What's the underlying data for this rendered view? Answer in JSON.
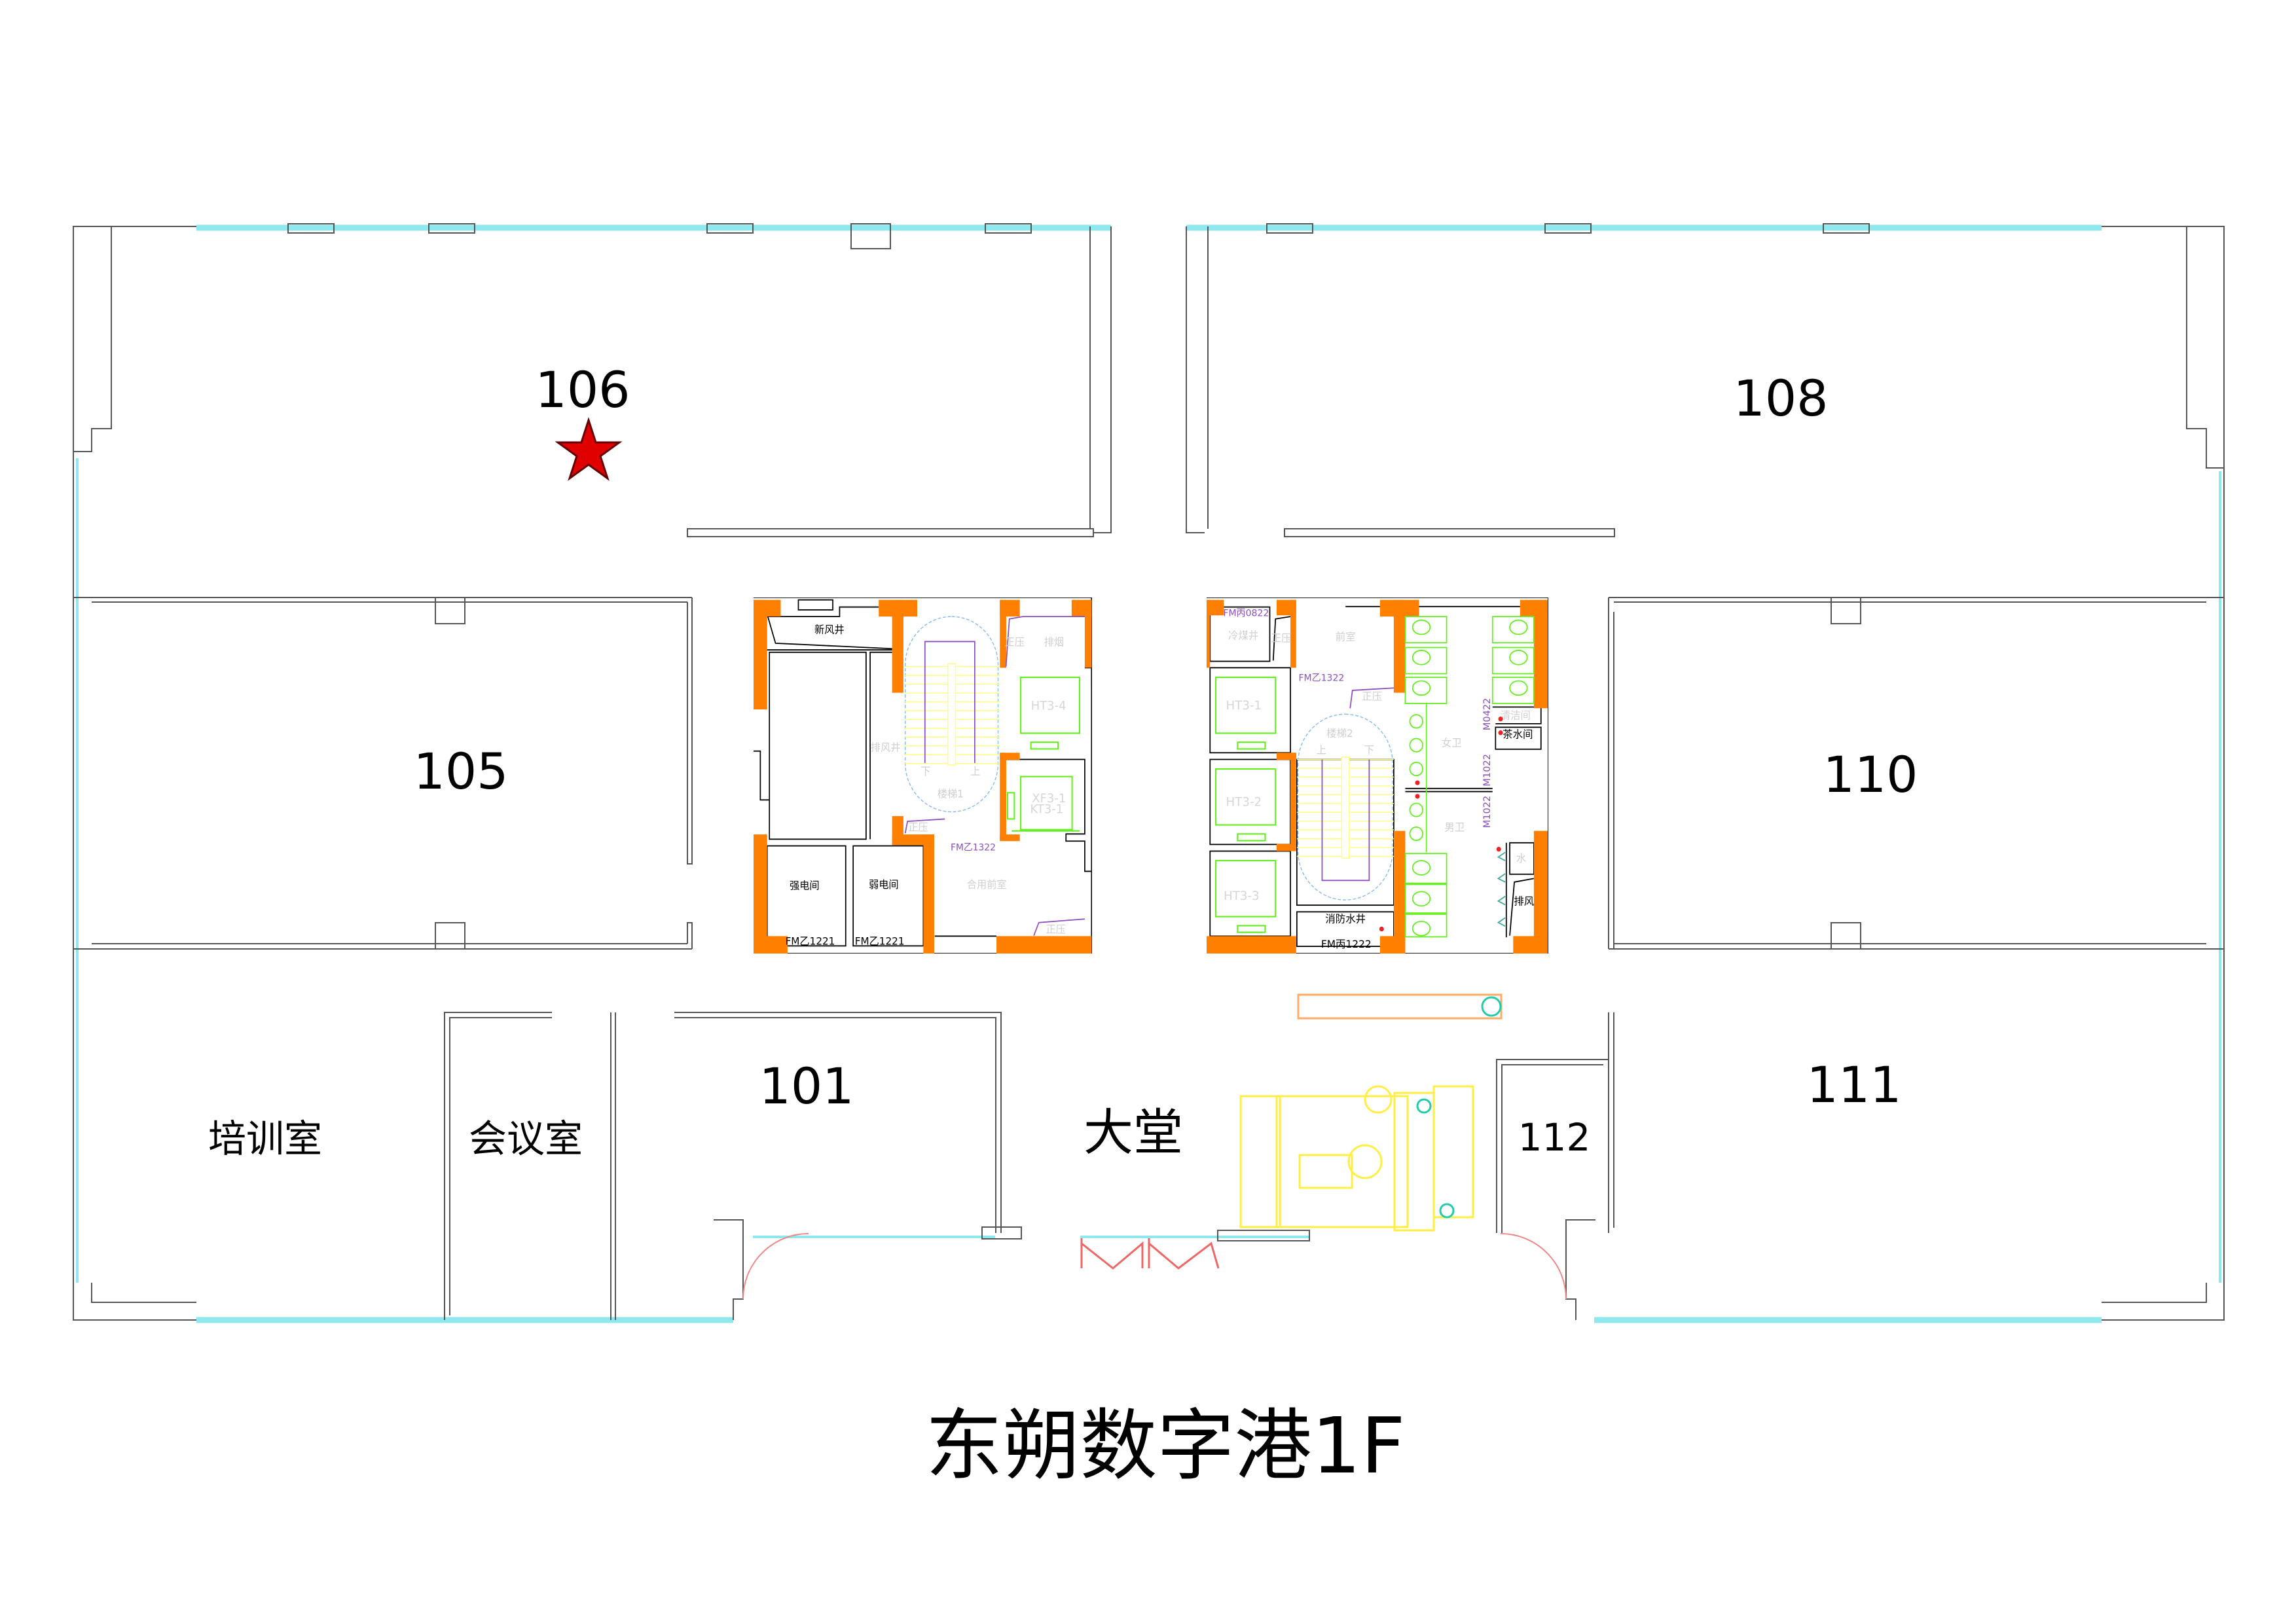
{
  "title": "东朔数字港1F",
  "rooms": {
    "r106": "106",
    "r108": "108",
    "r105": "105",
    "r110": "110",
    "r101": "101",
    "r111": "111",
    "r112": "112",
    "training": "培训室",
    "meeting": "会议室",
    "lobby": "大堂"
  },
  "marker": {
    "icon": "star-icon",
    "color": "#e00000"
  },
  "core_left": {
    "fresh_air_shaft": "新风井",
    "exhaust_shaft": "排风井",
    "strong_elec": "强电间",
    "weak_elec": "弱电间",
    "door_a": "FM乙1221",
    "door_b": "FM乙1221",
    "door_c": "FM乙1322",
    "pressure1": "正压",
    "pressure2": "正压",
    "pressure3": "正压",
    "smoke": "排烟",
    "elevator_a": "HT3-4",
    "elevator_b1": "XF3-1",
    "elevator_b2": "KT3-1",
    "stair": "楼梯1",
    "down": "下",
    "up": "上",
    "anteroom": "合用前室"
  },
  "core_right": {
    "door_a": "FM丙0822",
    "shaft": "冷煤井",
    "pressure1": "正压",
    "pressure2": "正压",
    "front_room": "前室",
    "door_b": "FM乙1322",
    "stair": "楼梯2",
    "up": "上",
    "down": "下",
    "elevator_1": "HT3-1",
    "elevator_2": "HT3-2",
    "elevator_3": "HT3-3",
    "women": "女卫",
    "men": "男卫",
    "cleaning": "清洁间",
    "tea": "茶水间",
    "door_m0422": "M0422",
    "door_m1022a": "M1022",
    "door_m1022b": "M1022",
    "fire_water": "消防水井",
    "door_c": "FM丙1222",
    "exhaust": "排风",
    "water": "水"
  },
  "colors": {
    "wall_fill": "#ff8000",
    "window": "#8ee8ee",
    "fixture": "#66ee22",
    "door_text": "#8c4fc0"
  }
}
